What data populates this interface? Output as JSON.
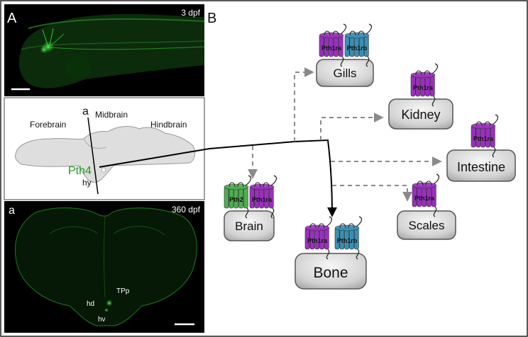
{
  "panel_a": {
    "letter": "A",
    "top_label": "3 dpf",
    "diagram_labels": {
      "forebrain": "Forebrain",
      "midbrain": "Midbrain",
      "hindbrain": "Hindbrain",
      "section": "a",
      "pth4": "Pth4",
      "hy": "hy"
    },
    "bottom_letter": "a",
    "bottom_label": "360 dpf",
    "bottom_regions": {
      "tpp": "TPp",
      "hd": "hd",
      "hv": "hv"
    }
  },
  "panel_b": {
    "letter": "B",
    "organs": {
      "gills": {
        "label": "Gills",
        "receptors": [
          "Pth1ra",
          "Pth1rb"
        ]
      },
      "kidney": {
        "label": "Kidney",
        "receptors": [
          "Pth1ra"
        ]
      },
      "intestine": {
        "label": "Intestine",
        "receptors": [
          "Pth1ra"
        ]
      },
      "brain": {
        "label": "Brain",
        "receptors": [
          "Pth2",
          "Pth1ra"
        ]
      },
      "scales": {
        "label": "Scales",
        "receptors": [
          "Pth1ra"
        ]
      },
      "bone": {
        "label": "Bone",
        "receptors": [
          "Pth1ra",
          "Pth1rb"
        ]
      }
    }
  },
  "colors": {
    "pth1ra": "#9b2fc0",
    "pth1rb": "#3a8fb5",
    "pth2": "#4caf50",
    "fluorescence": "#2bd12b",
    "box": "#d6d6d6"
  }
}
